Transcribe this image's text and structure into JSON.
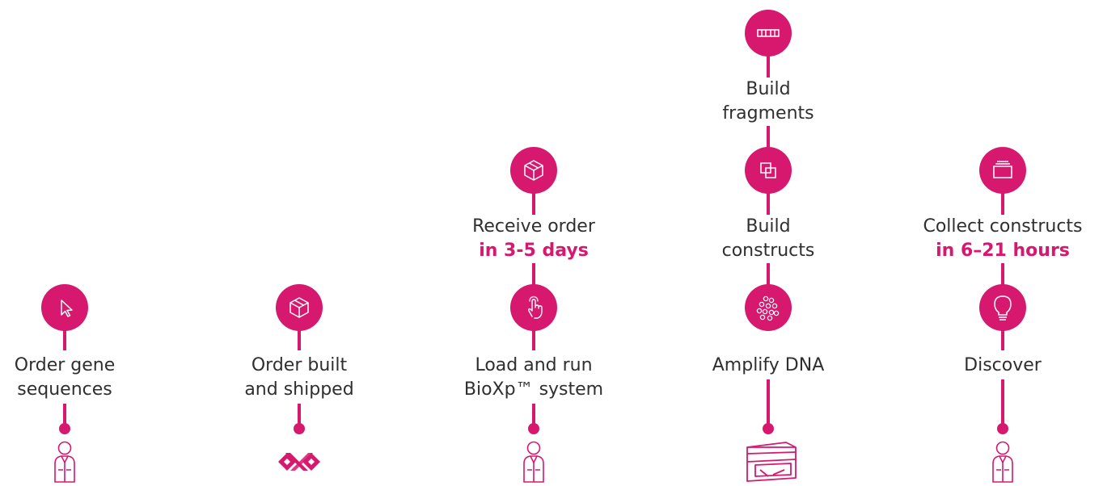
{
  "steps": [
    {
      "line1": "Order gene",
      "line2": "sequences"
    },
    {
      "line1": "Order built",
      "line2": "and shipped"
    },
    {
      "line1": "Receive order",
      "line2": "in 3-5 days"
    },
    {
      "line1": "Load and run",
      "line2": "BioXp™ system"
    },
    {
      "line1": "Build",
      "line2": "fragments"
    },
    {
      "line1": "Build",
      "line2": "constructs"
    },
    {
      "line1": "Amplify DNA"
    },
    {
      "line1": "Collect constructs",
      "line2": "in 6–21 hours"
    },
    {
      "line1": "Discover"
    }
  ],
  "colors": {
    "accent": "#d6186f",
    "text": "#2f2f2f"
  },
  "icons": [
    "cursor-icon",
    "package-icon",
    "package-icon",
    "touch-icon",
    "fragments-icon",
    "overlap-icon",
    "molecules-icon",
    "tray-icon",
    "lightbulb-icon"
  ],
  "actors": [
    "person-icon",
    "company-logo",
    "person-icon",
    "bioxp-instrument-icon",
    "person-icon"
  ]
}
